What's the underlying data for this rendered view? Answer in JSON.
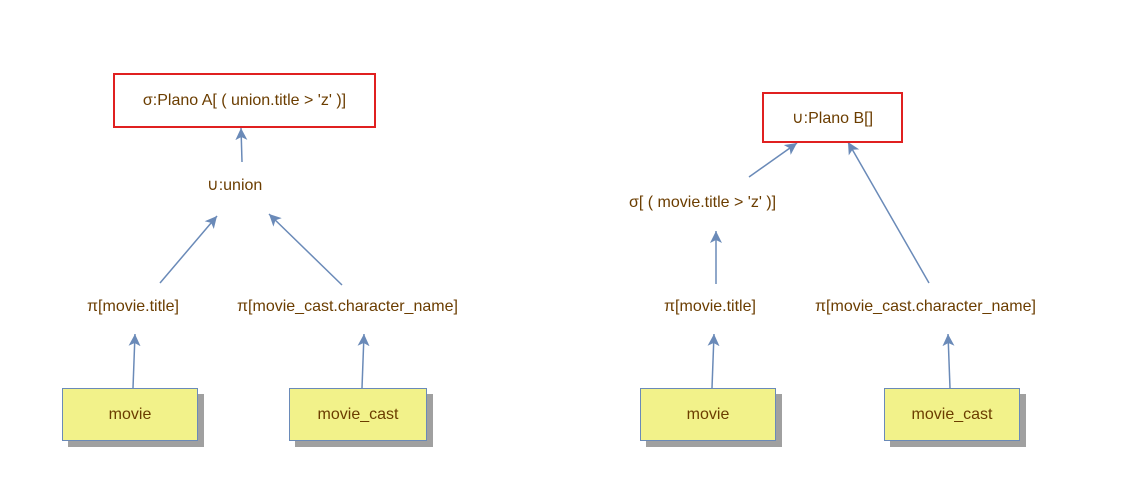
{
  "colors": {
    "root_border": "#e02020",
    "leaf_fill": "#f2f28a",
    "edge": "#6a8ab8",
    "text": "#6b3d00"
  },
  "plan_a": {
    "root": "σ:Plano A[ ( union.title > 'z' )]",
    "union": "∪:union",
    "proj_left": "π[movie.title]",
    "proj_right": "π[movie_cast.character_name]",
    "leaf_left": "movie",
    "leaf_right": "movie_cast"
  },
  "plan_b": {
    "root": "∪:Plano B[]",
    "select": "σ[ ( movie.title > 'z' )]",
    "proj_left": "π[movie.title]",
    "proj_right": "π[movie_cast.character_name]",
    "leaf_left": "movie",
    "leaf_right": "movie_cast"
  }
}
